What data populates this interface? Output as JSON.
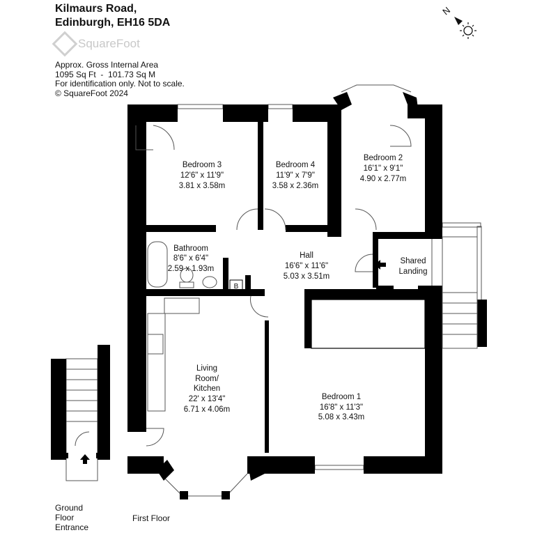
{
  "header": {
    "address_line1": "Kilmaurs Road,",
    "address_line2": "Edinburgh, EH16 5DA",
    "logo_text": "SquareFoot",
    "info": [
      "Approx. Gross Internal Area",
      "1095 Sq Ft  -  101.73 Sq M",
      "For identification only. Not to scale.",
      "© SquareFoot 2024"
    ]
  },
  "compass": {
    "label": "N"
  },
  "rooms": {
    "bedroom3": {
      "name": "Bedroom 3",
      "imperial": "12'6\" x 11'9\"",
      "metric": "3.81 x 3.58m"
    },
    "bedroom4": {
      "name": "Bedroom 4",
      "imperial": "11'9\" x 7'9\"",
      "metric": "3.58 x 2.36m"
    },
    "bedroom2": {
      "name": "Bedroom 2",
      "imperial": "16'1\" x 9'1\"",
      "metric": "4.90 x 2.77m"
    },
    "bathroom": {
      "name": "Bathroom",
      "imperial": "8'6\" x 6'4\"",
      "metric": "2.59 x 1.93m"
    },
    "hall": {
      "name": "Hall",
      "imperial": "16'6\" x 11'6\"",
      "metric": "5.03 x 3.51m"
    },
    "landing": {
      "name1": "Shared",
      "name2": "Landing"
    },
    "living": {
      "name1": "Living",
      "name2": "Room/",
      "name3": "Kitchen",
      "imperial": "22' x 13'4\"",
      "metric": "6.71 x 4.06m"
    },
    "bedroom1": {
      "name": "Bedroom 1",
      "imperial": "16'8\" x 11'3\"",
      "metric": "5.08 x 3.43m"
    },
    "boiler": "B"
  },
  "floors": {
    "ground": [
      "Ground",
      "Floor",
      "Entrance"
    ],
    "first": "First Floor"
  }
}
